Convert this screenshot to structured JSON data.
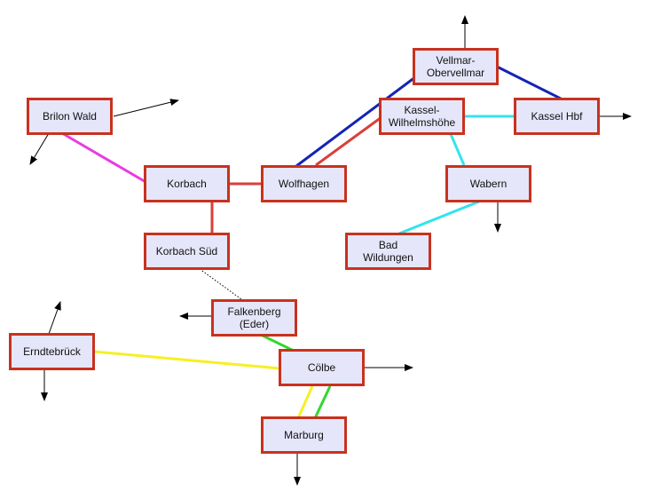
{
  "diagram": {
    "title": "Rail connections around Kassel / Marburg",
    "colors": {
      "node_fill": "#e6e6fa",
      "node_border": "#c8321e",
      "red": "#d9403a",
      "blue": "#1424b4",
      "magenta": "#e83ce0",
      "cyan": "#32e4ee",
      "yellow": "#f6f024",
      "green": "#30d830",
      "arrow": "#000000"
    },
    "stations": {
      "vellmar": "Vellmar-\nObervellmar",
      "kassel_wilhelmshoehe": "Kassel-\nWilhelmshöhe",
      "kassel_hbf": "Kassel Hbf",
      "brilon_wald": "Brilon Wald",
      "korbach": "Korbach",
      "wolfhagen": "Wolfhagen",
      "wabern": "Wabern",
      "korbach_sued": "Korbach Süd",
      "bad_wildungen": "Bad\nWildungen",
      "falkenberg": "Falkenberg\n(Eder)",
      "erndtebrueck": "Erndtebrück",
      "coelbe": "Cölbe",
      "marburg": "Marburg"
    },
    "edges": [
      {
        "from": "brilon_wald",
        "to": "korbach",
        "color": "magenta"
      },
      {
        "from": "korbach",
        "to": "wolfhagen",
        "color": "red"
      },
      {
        "from": "korbach",
        "to": "korbach_sued",
        "color": "red"
      },
      {
        "from": "wolfhagen",
        "to": "kassel_wilhelmshoehe",
        "color": "red"
      },
      {
        "from": "wolfhagen",
        "to": "vellmar",
        "color": "blue"
      },
      {
        "from": "vellmar",
        "to": "kassel_hbf",
        "color": "blue"
      },
      {
        "from": "kassel_wilhelmshoehe",
        "to": "kassel_hbf",
        "color": "cyan"
      },
      {
        "from": "kassel_wilhelmshoehe",
        "to": "wabern",
        "color": "cyan"
      },
      {
        "from": "wabern",
        "to": "bad_wildungen",
        "color": "cyan"
      },
      {
        "from": "korbach_sued",
        "to": "falkenberg",
        "color": "dotted"
      },
      {
        "from": "falkenberg",
        "to": "coelbe",
        "color": "green"
      },
      {
        "from": "erndtebrueck",
        "to": "coelbe",
        "color": "yellow"
      },
      {
        "from": "coelbe",
        "to": "marburg",
        "color": "yellow"
      },
      {
        "from": "coelbe",
        "to": "marburg",
        "color": "green"
      }
    ]
  }
}
